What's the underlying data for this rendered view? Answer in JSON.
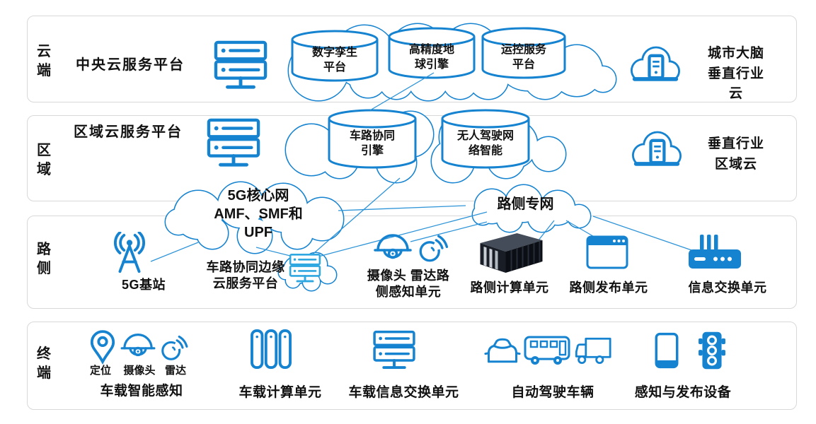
{
  "colors": {
    "accent": "#1583d0",
    "connector_line": "#2e94d8",
    "band_border": "#d8d8d8",
    "dark_box": "#181d26",
    "edge_server": "#2fa8e1",
    "text": "#111111"
  },
  "rows": [
    {
      "label": "云\n端"
    },
    {
      "label": "区\n域"
    },
    {
      "label": "路\n侧"
    },
    {
      "label": "终\n端"
    }
  ],
  "tier_cloud": {
    "title": "中央云服务平台",
    "cylinders": [
      {
        "label": "数字孪生\n平台"
      },
      {
        "label": "高精度地\n球引擎"
      },
      {
        "label": "运控服务\n平台"
      }
    ],
    "right_label": "城市大脑\n垂直行业\n云"
  },
  "tier_region": {
    "title": "区域云服务平台",
    "cylinders": [
      {
        "label": "车路协同\n引擎"
      },
      {
        "label": "无人驾驶网\n络智能"
      }
    ],
    "right_label": "垂直行业\n区域云"
  },
  "networks": {
    "core_label": "5G核心网\nAMF、SMF和\nUPF",
    "roadside_label": "路侧专网"
  },
  "roadside": {
    "items": [
      {
        "label": "5G基站",
        "icon": "antenna-icon"
      },
      {
        "label": "车路协同边缘\n云服务平台",
        "icon": "cloud-edge-server-icon"
      },
      {
        "label": "摄像头 雷达路\n侧感知单元",
        "icon": "dome-camera-icon radar-icon"
      },
      {
        "label": "路侧计算单元",
        "icon": "industrial-computer-icon"
      },
      {
        "label": "路侧发布单元",
        "icon": "browser-window-icon"
      },
      {
        "label": "信息交换单元",
        "icon": "router-icon"
      }
    ]
  },
  "terminal": {
    "items": [
      {
        "label": "车载智能感知",
        "sub_labels": [
          "定位",
          "摄像头",
          "雷达"
        ],
        "icon": "pin-icon dome-camera-icon radar-icon"
      },
      {
        "label": "车载计算单元",
        "icon": "server-bars-icon"
      },
      {
        "label": "车载信息交换单元",
        "icon": "server-rack-icon"
      },
      {
        "label": "自动驾驶车辆",
        "icon": "car-icon bus-icon truck-icon"
      },
      {
        "label": "感知与发布设备",
        "icon": "phone-icon traffic-light-icon"
      }
    ]
  }
}
